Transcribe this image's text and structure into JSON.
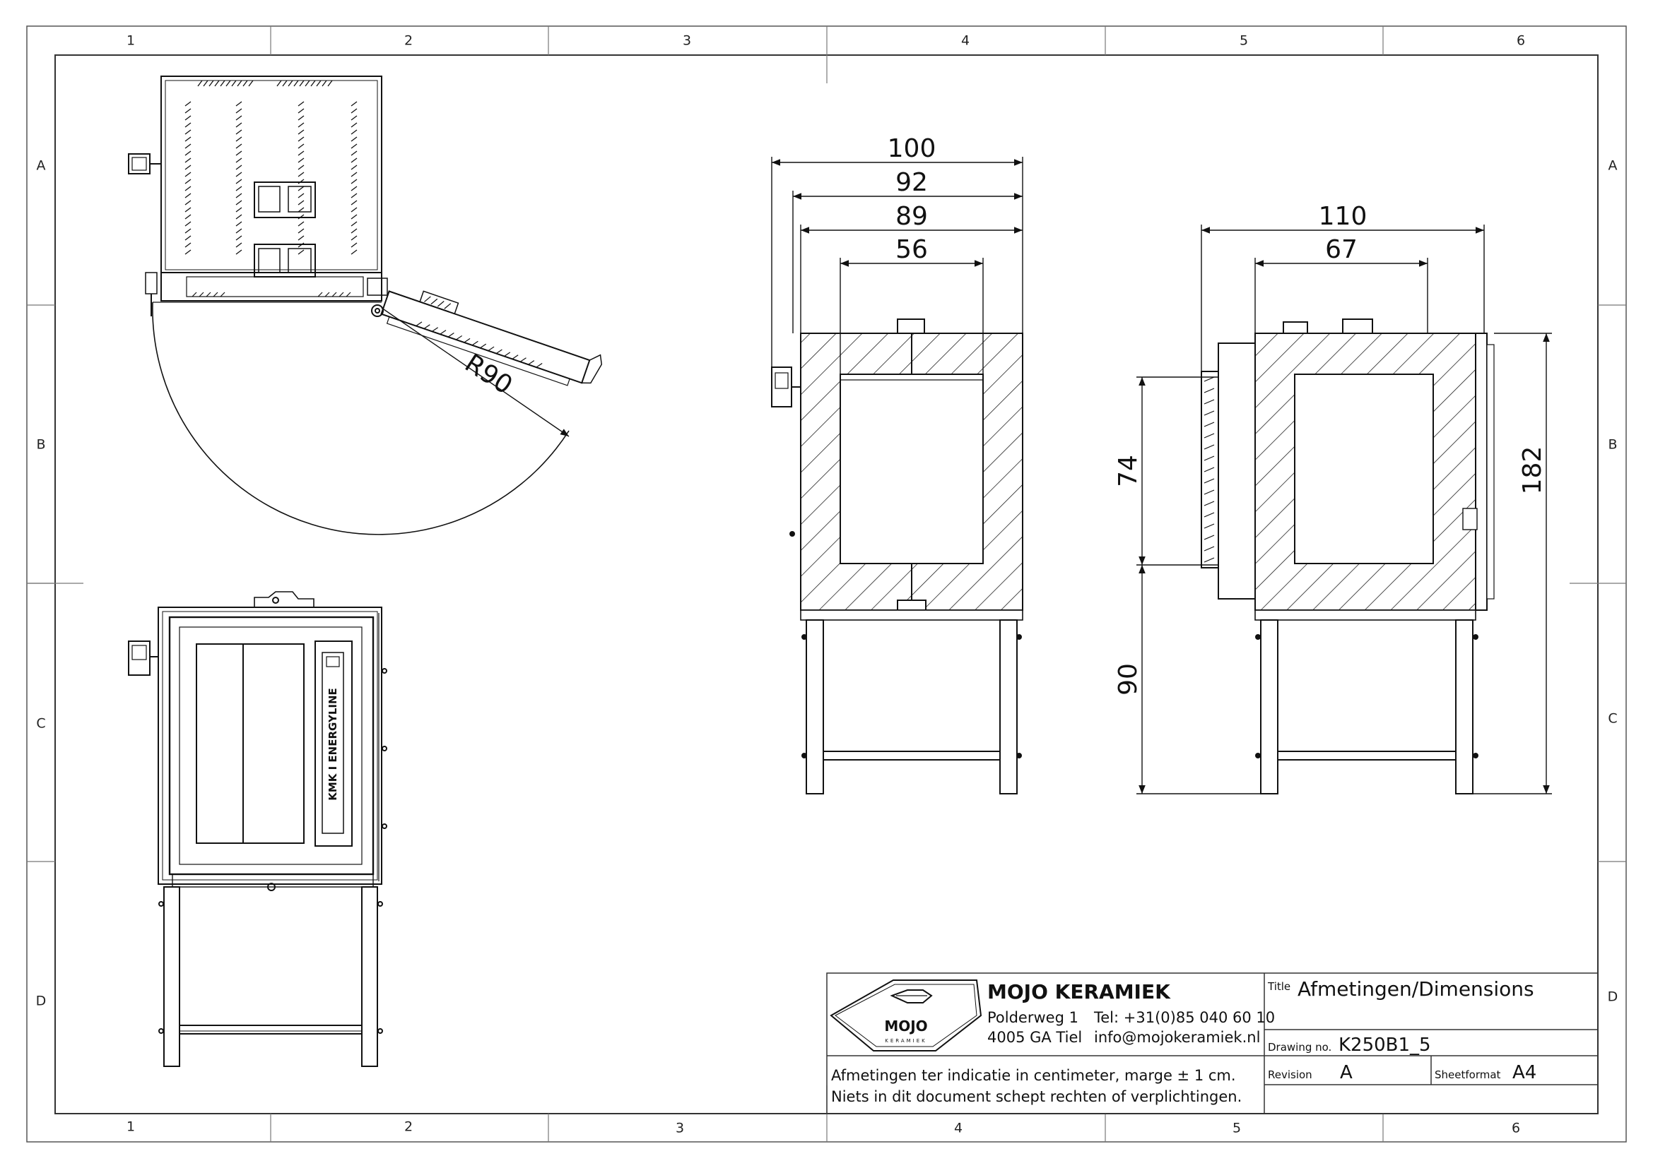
{
  "zones": {
    "columns": [
      "1",
      "2",
      "3",
      "4",
      "5",
      "6"
    ],
    "rows": [
      "A",
      "B",
      "C",
      "D"
    ]
  },
  "views": {
    "top": {
      "radius_label": "R90"
    },
    "front_section": {
      "dims": [
        "100",
        "92",
        "89",
        "56"
      ]
    },
    "side_section": {
      "dims": [
        "110",
        "67"
      ],
      "heights": [
        "74",
        "90",
        "182"
      ]
    },
    "front": {
      "door_label": "KMK I ENERGYLINE"
    }
  },
  "title_block": {
    "logo_text": "MOJO",
    "logo_subtext": "KERAMIEK",
    "company": "MOJO KERAMIEK",
    "street": "Polderweg 1",
    "city": "4005 GA Tiel",
    "phone": "Tel: +31(0)85 040 60 10",
    "email": "info@mojokeramiek.nl",
    "note_line1": "Afmetingen ter indicatie in centimeter, marge ± 1 cm.",
    "note_line2": "Niets in dit document schept rechten of verplichtingen.",
    "title_caption": "Title",
    "title": "Afmetingen/Dimensions",
    "drawing_no_caption": "Drawing no.",
    "drawing_no": "K250B1_5",
    "revision_caption": "Revision",
    "revision": "A",
    "sheetformat_caption": "Sheetformat",
    "sheetformat": "A4"
  }
}
